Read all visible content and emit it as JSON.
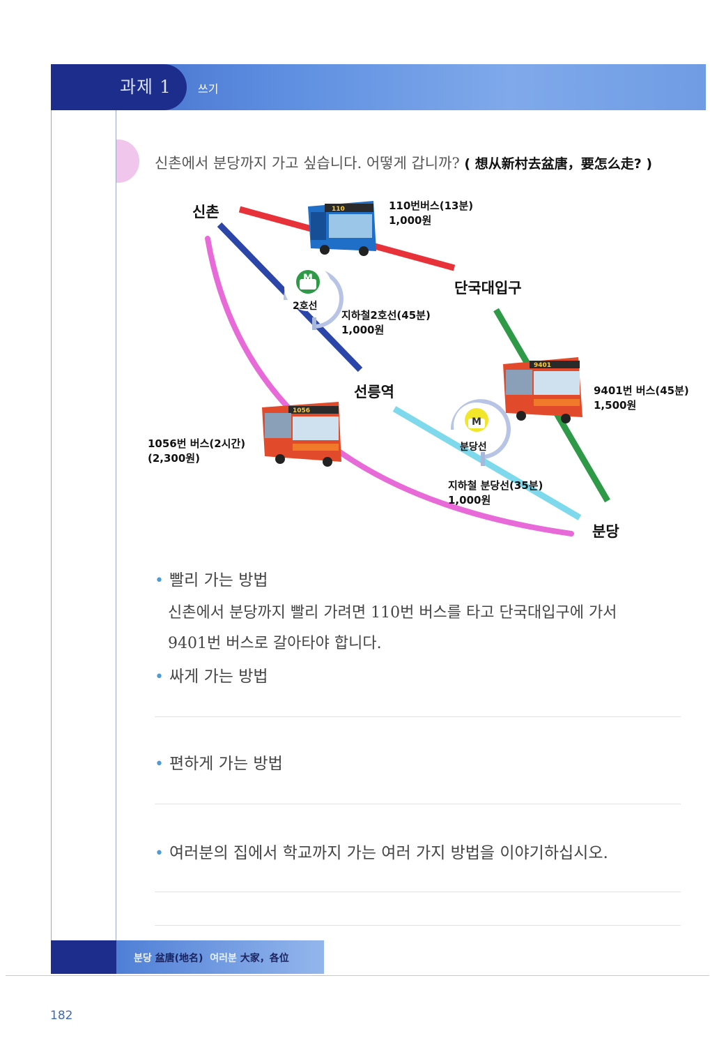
{
  "header": {
    "title": "과제 1",
    "subtitle": "쓰기"
  },
  "question": {
    "korean": "신촌에서 분당까지 가고 싶습니다. 어떻게 갑니까?",
    "chinese": "( 想从新村去盆唐，要怎么走? )"
  },
  "map": {
    "places": {
      "sinchon": "신촌",
      "dankook": "단국대입구",
      "seolleung": "선릉역",
      "bundang": "분당"
    },
    "routes": {
      "bus110": {
        "line1": "110번버스(13분)",
        "line2": "1,000원",
        "color": "#e8323a"
      },
      "subway2": {
        "badge": "2호선",
        "line1": "지하철2호선(45분)",
        "line2": "1,000원",
        "color": "#2b46a8"
      },
      "bus9401": {
        "line1": "9401번 버스(45분)",
        "line2": "1,500원",
        "color": "#2e9a48"
      },
      "bus1056": {
        "line1": "1056번 버스(2시간)",
        "line2": "(2,300원)",
        "color": "#e86ad8"
      },
      "bundangline": {
        "badge": "분당선",
        "line1": "지하철 분당선(35분)",
        "line2": "1,000원",
        "color": "#7fd9ec"
      }
    },
    "subway_icon_letter": "M",
    "bus_signs": {
      "bus110": "110",
      "bus9401": "9401",
      "bus1056": "1056"
    }
  },
  "content": {
    "fast_heading": "빨리 가는 방법",
    "fast_line1": "신촌에서 분당까지 빨리 가려면 110번 버스를 타고 단국대입구에 가서",
    "fast_line2": "9401번 버스로 갈아타야 합니다.",
    "cheap_heading": "싸게 가는 방법",
    "comfort_heading": "편하게 가는 방법",
    "home_heading": "여러분의 집에서 학교까지 가는 여러 가지 방법을 이야기하십시오."
  },
  "footer": {
    "term1": "분당",
    "def1": "盆唐(地名)",
    "term2": "여러분",
    "def2": "大家，各位"
  },
  "page_number": "182",
  "colors": {
    "header_dark": "#1d2d8c",
    "header_light": "#5d8ee0",
    "bullet": "#4f9bd6"
  }
}
